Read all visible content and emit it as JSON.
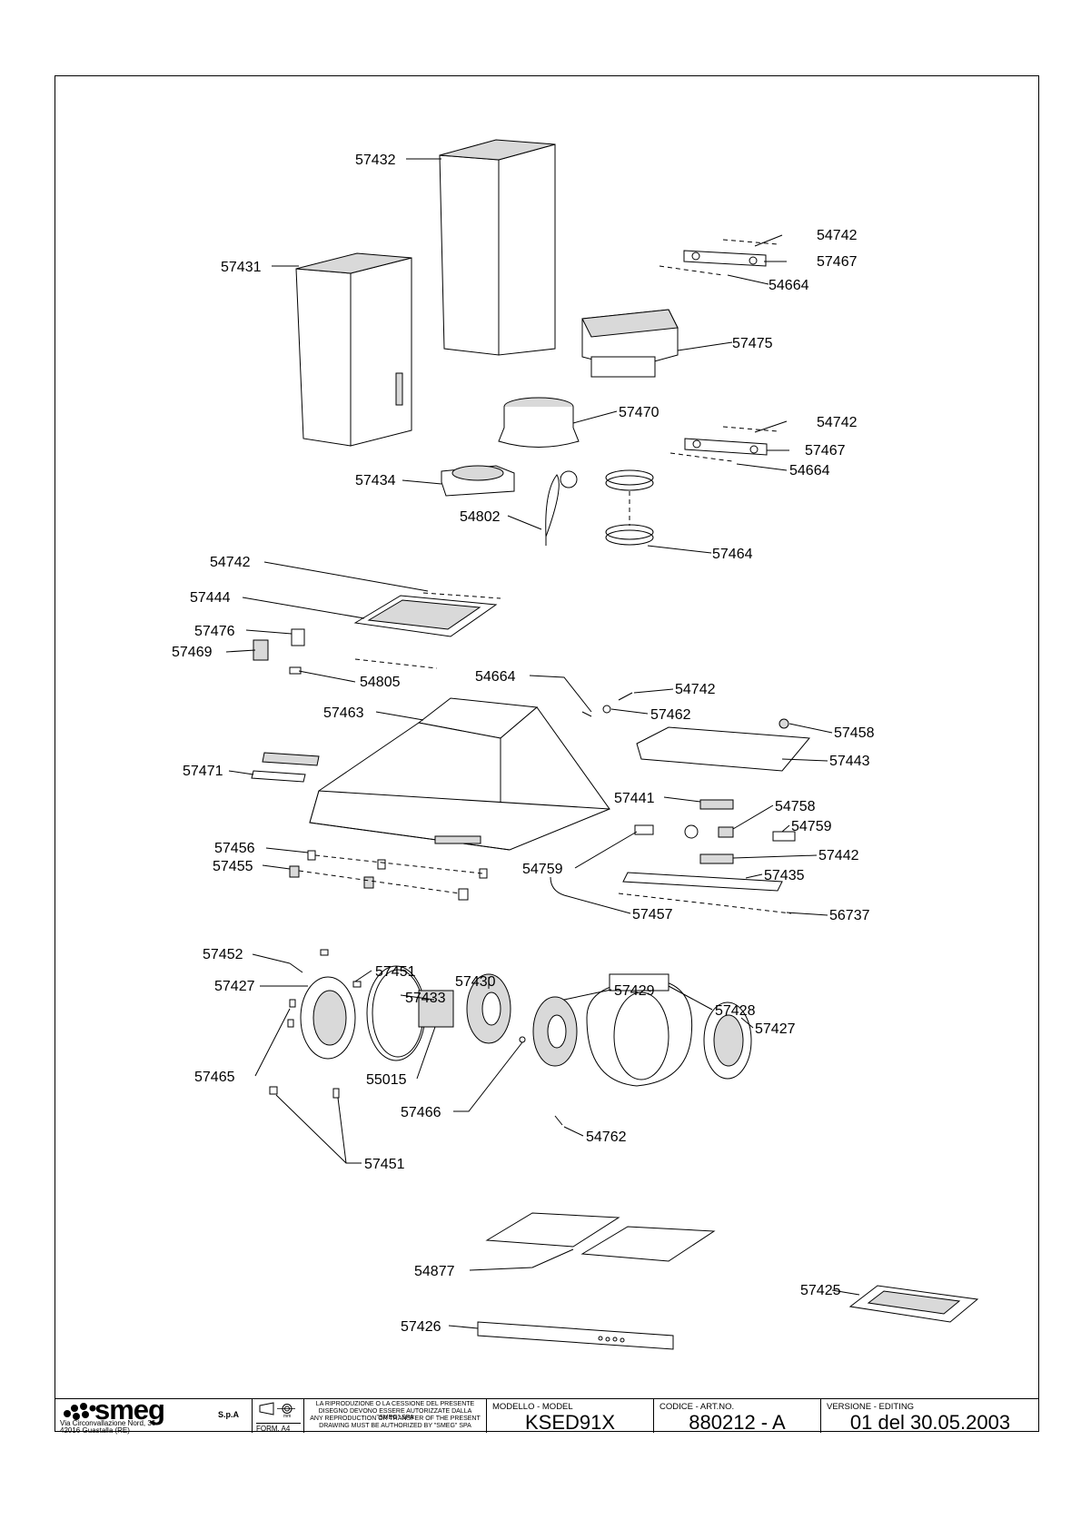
{
  "labels": {
    "57432": "57432",
    "57431": "57431",
    "54742_a": "54742",
    "57467_a": "57467",
    "54664_a": "54664",
    "57475": "57475",
    "57470": "57470",
    "54742_b": "54742",
    "57467_b": "57467",
    "54664_b": "54664",
    "57434": "57434",
    "54802": "54802",
    "57464": "57464",
    "54742_c": "54742",
    "57444": "57444",
    "57476": "57476",
    "57469": "57469",
    "54805": "54805",
    "54664_c": "54664",
    "54742_d": "54742",
    "57462": "57462",
    "57463": "57463",
    "57458": "57458",
    "57443": "57443",
    "57471": "57471",
    "57441": "57441",
    "54758": "54758",
    "54759_a": "54759",
    "57442": "57442",
    "57456": "57456",
    "57455": "57455",
    "54759_b": "54759",
    "57435": "57435",
    "57457": "57457",
    "56737": "56737",
    "57452": "57452",
    "57451_a": "57451",
    "57430": "57430",
    "57429": "57429",
    "57428": "57428",
    "57427_a": "57427",
    "57433": "57433",
    "57427_b": "57427",
    "57465": "57465",
    "55015": "55015",
    "57466": "57466",
    "54762": "54762",
    "57451_b": "57451",
    "54877": "54877",
    "57425": "57425",
    "57426": "57426"
  },
  "titleblock": {
    "company": "smeg",
    "company_suffix": "S.p.A",
    "address_line1": "Via Circonvallazione Nord, 36",
    "address_line2": "42016  Guastalla (RE)",
    "format": "FORM. A4",
    "unit_mark": "mm",
    "notice_it": "LA RIPRODUZIONE O LA CESSIONE DEL PRESENTE DISEGNO DEVONO ESSERE AUTORIZZATE DALLA \"SMEG\" SPA",
    "notice_en": "ANY REPRODUCTION OR TRANSFER OF THE PRESENT DRAWING MUST BE AUTHORIZED BY \"SMEG\" SPA",
    "model_header": "MODELLO - MODEL",
    "model_value": "KSED91X",
    "code_header": "CODICE - ART.NO.",
    "code_value": "880212 - A",
    "version_header": "VERSIONE - EDITING",
    "version_value": "01 del 30.05.2003"
  }
}
